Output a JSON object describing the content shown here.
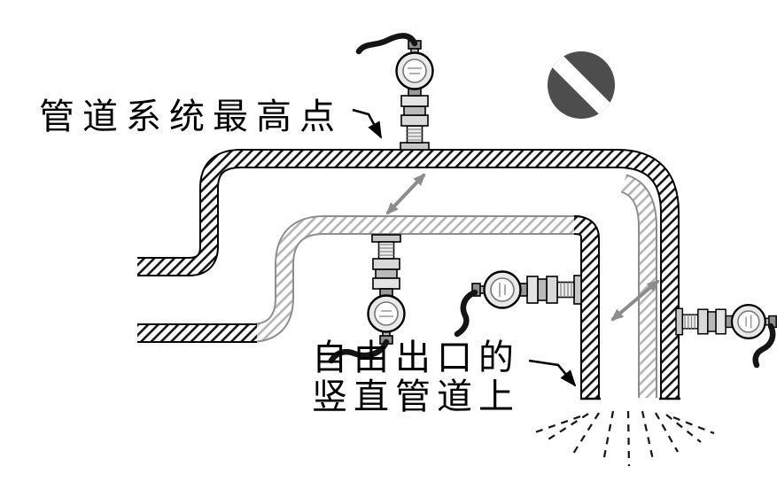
{
  "labels": {
    "highest_point": "管道系统最高点",
    "free_outlet_line1": "自由出口的",
    "free_outlet_line2": "竖直管道上"
  },
  "icons": {
    "prohibition_icon": "no-symbol (prohibited installation)",
    "sensor_icon": "flow-transmitter-sensor",
    "double_arrow_icon": "bidirectional-position-arrow",
    "spray_icon": "free-outlet-spray",
    "leader_arrow_icon": "callout-arrow"
  },
  "colors": {
    "background": "#ffffff",
    "pipe_wall_dark": "#161616",
    "pipe_wall_light": "#b5b5b5",
    "prohibition_fill": "#4d4d4d",
    "position_arrow": "#8c8c8c",
    "label_text": "#000000"
  }
}
